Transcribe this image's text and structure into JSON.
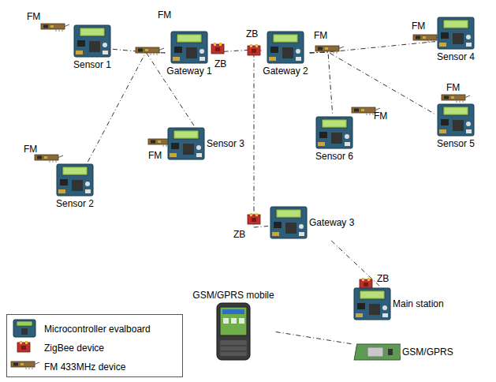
{
  "diagram": {
    "nodes": [
      {
        "text": [
          "Sensor 1"
        ]
      },
      {
        "text": [
          "Gateway 1"
        ]
      },
      {
        "text": [
          "Sensor 3"
        ]
      },
      {
        "text": [
          "Sensor 2"
        ]
      },
      {
        "text": [
          "Gateway 2"
        ]
      },
      {
        "text": [
          "Sensor 4"
        ]
      },
      {
        "text": [
          "Sensor 5"
        ]
      },
      {
        "text": [
          "Sensor 6"
        ]
      },
      {
        "text": [
          "Gateway 3"
        ]
      },
      {
        "text": [
          "GSM/GPRS mobile"
        ]
      },
      {
        "text": [
          "Main station"
        ]
      },
      {
        "text": [
          "GSM/GPRS"
        ]
      }
    ],
    "edges": [
      {
        "from": 0,
        "to": 1,
        "arrow": "none"
      },
      {
        "from": 3,
        "to": 1,
        "arrow": "none"
      },
      {
        "from": 2,
        "to": 1,
        "arrow": "none"
      },
      {
        "from": 1,
        "to": 4,
        "arrow": "none"
      },
      {
        "from": 4,
        "to": 5,
        "arrow": "none"
      },
      {
        "from": 4,
        "to": 6,
        "arrow": "none"
      },
      {
        "from": 4,
        "to": 7,
        "arrow": "none"
      },
      {
        "from": 4,
        "to": 8,
        "arrow": "none"
      },
      {
        "from": 8,
        "to": 10,
        "arrow": "none"
      },
      {
        "from": 9,
        "to": 11,
        "arrow": "none"
      }
    ],
    "labels": [
      "FM",
      "FM",
      "ZB",
      "ZB",
      "FM",
      "FM",
      "FM",
      "FM",
      "FM",
      "FM",
      "ZB",
      "ZB"
    ],
    "legend": [
      {
        "text": "Microcontroller evalboard"
      },
      {
        "text": "ZigBee device"
      },
      {
        "text": "FM 433MHz device"
      }
    ]
  }
}
